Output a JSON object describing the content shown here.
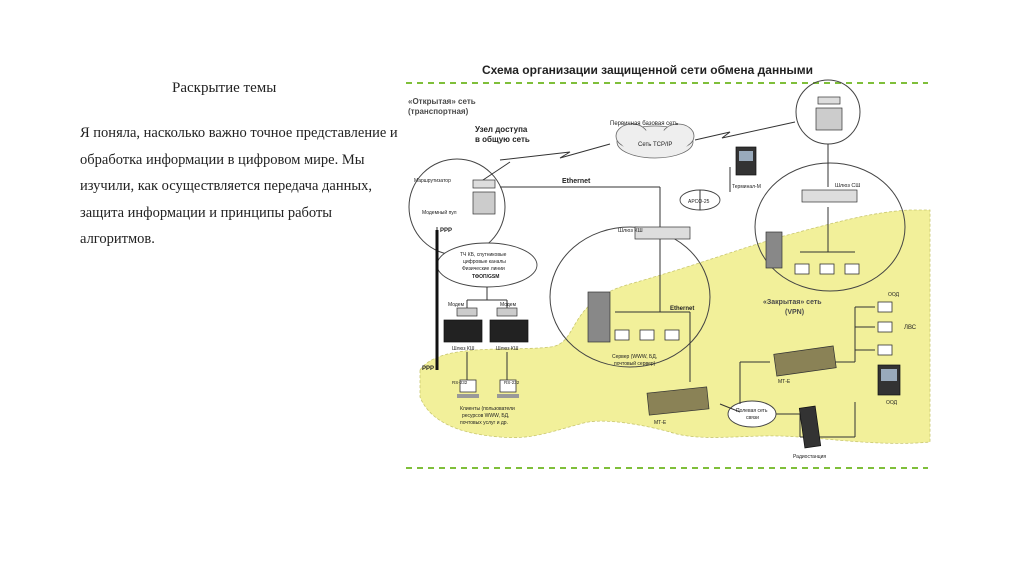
{
  "slide": {
    "heading": "Раскрытие темы",
    "paragraph": "Я поняла, насколько важно точное представление и обработка информации в цифровом мире. Мы изучили, как осуществляется передача данных, защита информации и принципы работы алгоритмов."
  },
  "diagram": {
    "title": "Схема организации защищенной сети обмена данными",
    "open_net_line1": "«Открытая» сеть",
    "open_net_line2": "(транспортная)",
    "access_node_line1": "Узел доступа",
    "access_node_line2": "в общую сеть",
    "primary_net": "Первичная базовая сеть",
    "tcpip": "Сеть TCP/IP",
    "ethernet_top": "Ethernet",
    "ethernet_mid": "Ethernet",
    "router": "Маршрутизатор",
    "modem_pool": "Модемный пул",
    "ppp_top": "PPP",
    "ppp_bottom": "PPP",
    "channels_line1": "ТЧ КБ, спутниковые",
    "channels_line2": "цифровые каналы",
    "channels_line3": "Физические линии",
    "channels_line4": "ТФОП/GSM",
    "modem_left": "Модем",
    "modem_right": "Модем",
    "ks_left": "Шлюз КШ",
    "ks_right": "Шлюз КШ",
    "rs_left": "RS-232",
    "rs_right": "RS-232",
    "clients_line1": "Клиенты (пользователи",
    "clients_line2": "ресурсов WWW, БД,",
    "clients_line3": "почтовых услуг и др.",
    "apco": "APCO-25",
    "terminal": "Терминал-М",
    "gw_cs_mid": "Шлюз КШ",
    "gw_cs_right": "Шлюз СШ",
    "server_line1": "Сервер (WWW, БД,",
    "server_line2": "почтовый сервер)",
    "closed_net_line1": "«Закрытая» сеть",
    "closed_net_line2": "(VPN)",
    "ood_top": "ООД",
    "ood_bottom": "ООД",
    "lvs": "ЛВС",
    "mte_left": "МТ-Е",
    "mte_right": "МТ-Е",
    "field_line1": "Полевая сеть",
    "field_line2": "связи",
    "radio": "Радиостанция",
    "colors": {
      "yellow_zone": "#f2f09a",
      "green_dash": "#7fbf3a",
      "ellipse_stroke": "#444444",
      "title": "#222222"
    }
  }
}
